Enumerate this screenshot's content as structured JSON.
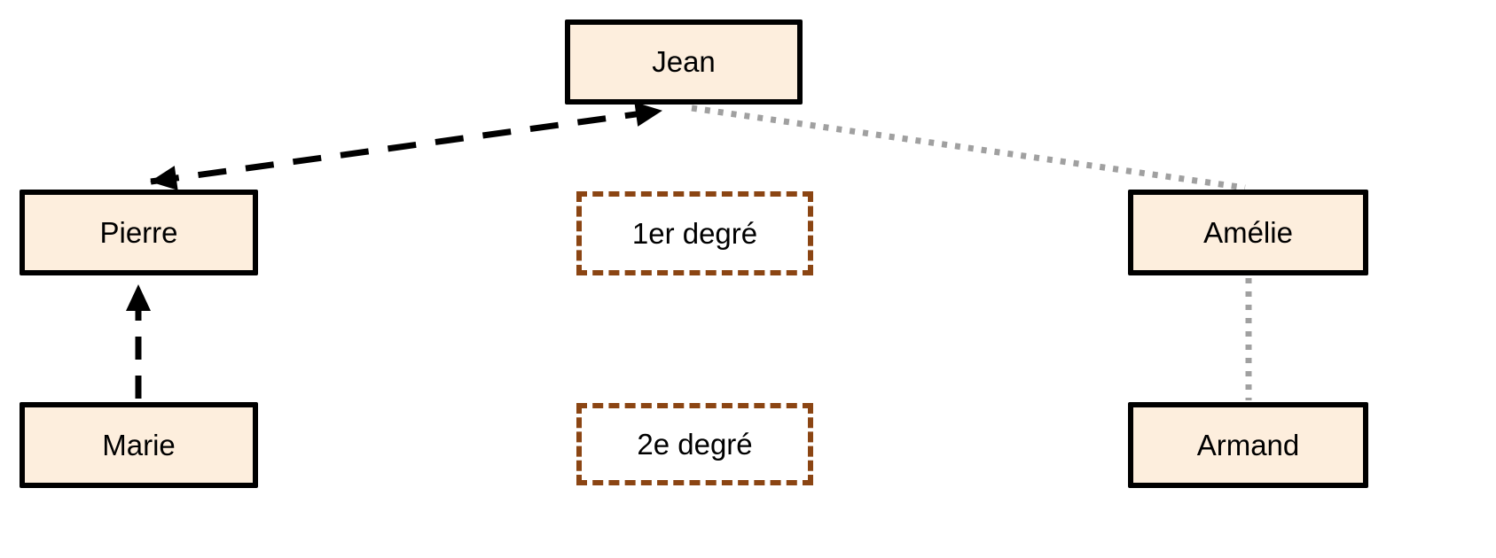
{
  "nodes": {
    "jean": {
      "label": "Jean"
    },
    "pierre": {
      "label": "Pierre"
    },
    "amelie": {
      "label": "Amélie"
    },
    "marie": {
      "label": "Marie"
    },
    "armand": {
      "label": "Armand"
    }
  },
  "legend": {
    "degree1": {
      "label": "1er degré"
    },
    "degree2": {
      "label": "2e degré"
    }
  },
  "edges": [
    {
      "from": "marie",
      "to": "pierre",
      "style": "black-dashed-arrow"
    },
    {
      "from": "pierre",
      "to": "jean",
      "style": "black-dashed-double-arrow"
    },
    {
      "from": "jean",
      "to": "amelie",
      "style": "gray-dotted"
    },
    {
      "from": "amelie",
      "to": "armand",
      "style": "gray-dotted"
    }
  ],
  "colors": {
    "node_fill": "#fdeedd",
    "node_border": "#000000",
    "legend_border": "#8b4513",
    "black_edge": "#000000",
    "gray_edge": "#a0a0a0",
    "background": "#ffffff"
  }
}
